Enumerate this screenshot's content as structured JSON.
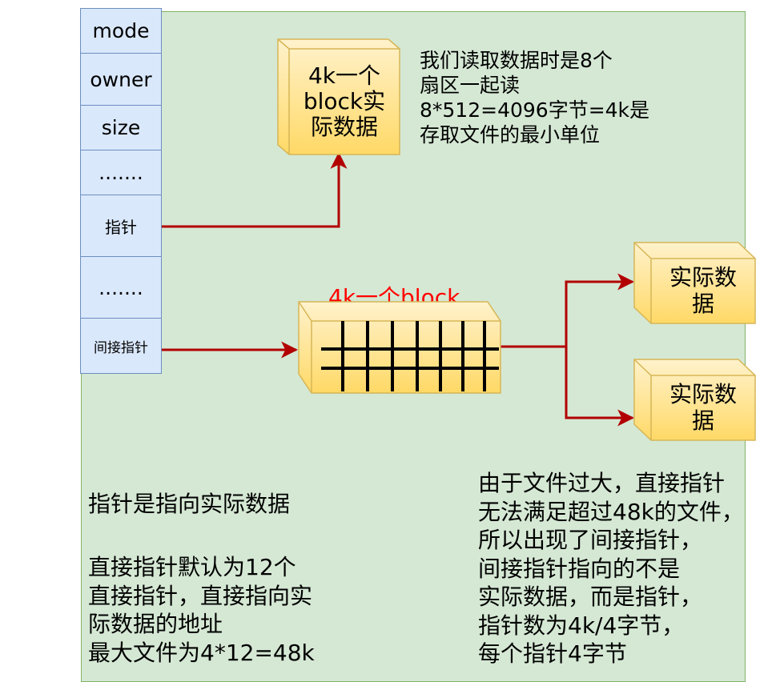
{
  "inode_fields": [
    "mode",
    "owner",
    "size",
    ".......",
    "指针",
    ".......",
    "间接指针"
  ],
  "block_top": "4k一个\nblock实\n际数据",
  "block_note": "我们读取数据时是8个\n扇区一起读\n8*512=4096字节=4k是\n存取文件的最小单位",
  "indirect_block_label": "4k一个block",
  "data_block_label": "实际数\n据",
  "left_note_1": "指针是指向实际数据",
  "left_note_2": "直接指针默认为12个\n直接指针，直接指向实\n际数据的地址\n最大文件为4*12=48k",
  "right_note": "由于文件过大，直接指针\n无法满足超过48k的文件，\n所以出现了间接指针，\n间接指针指向的不是\n实际数据，而是指针，\n指针数为4k/4字节，\n每个指针4字节",
  "colors": {
    "panel_fill": "#d5e8d4",
    "inode_fill": "#dae8fc",
    "box_fill": "#fff2cc",
    "box_gradient_end": "#ffd966",
    "arrow": "#b20000",
    "label_red": "#ff0000"
  }
}
